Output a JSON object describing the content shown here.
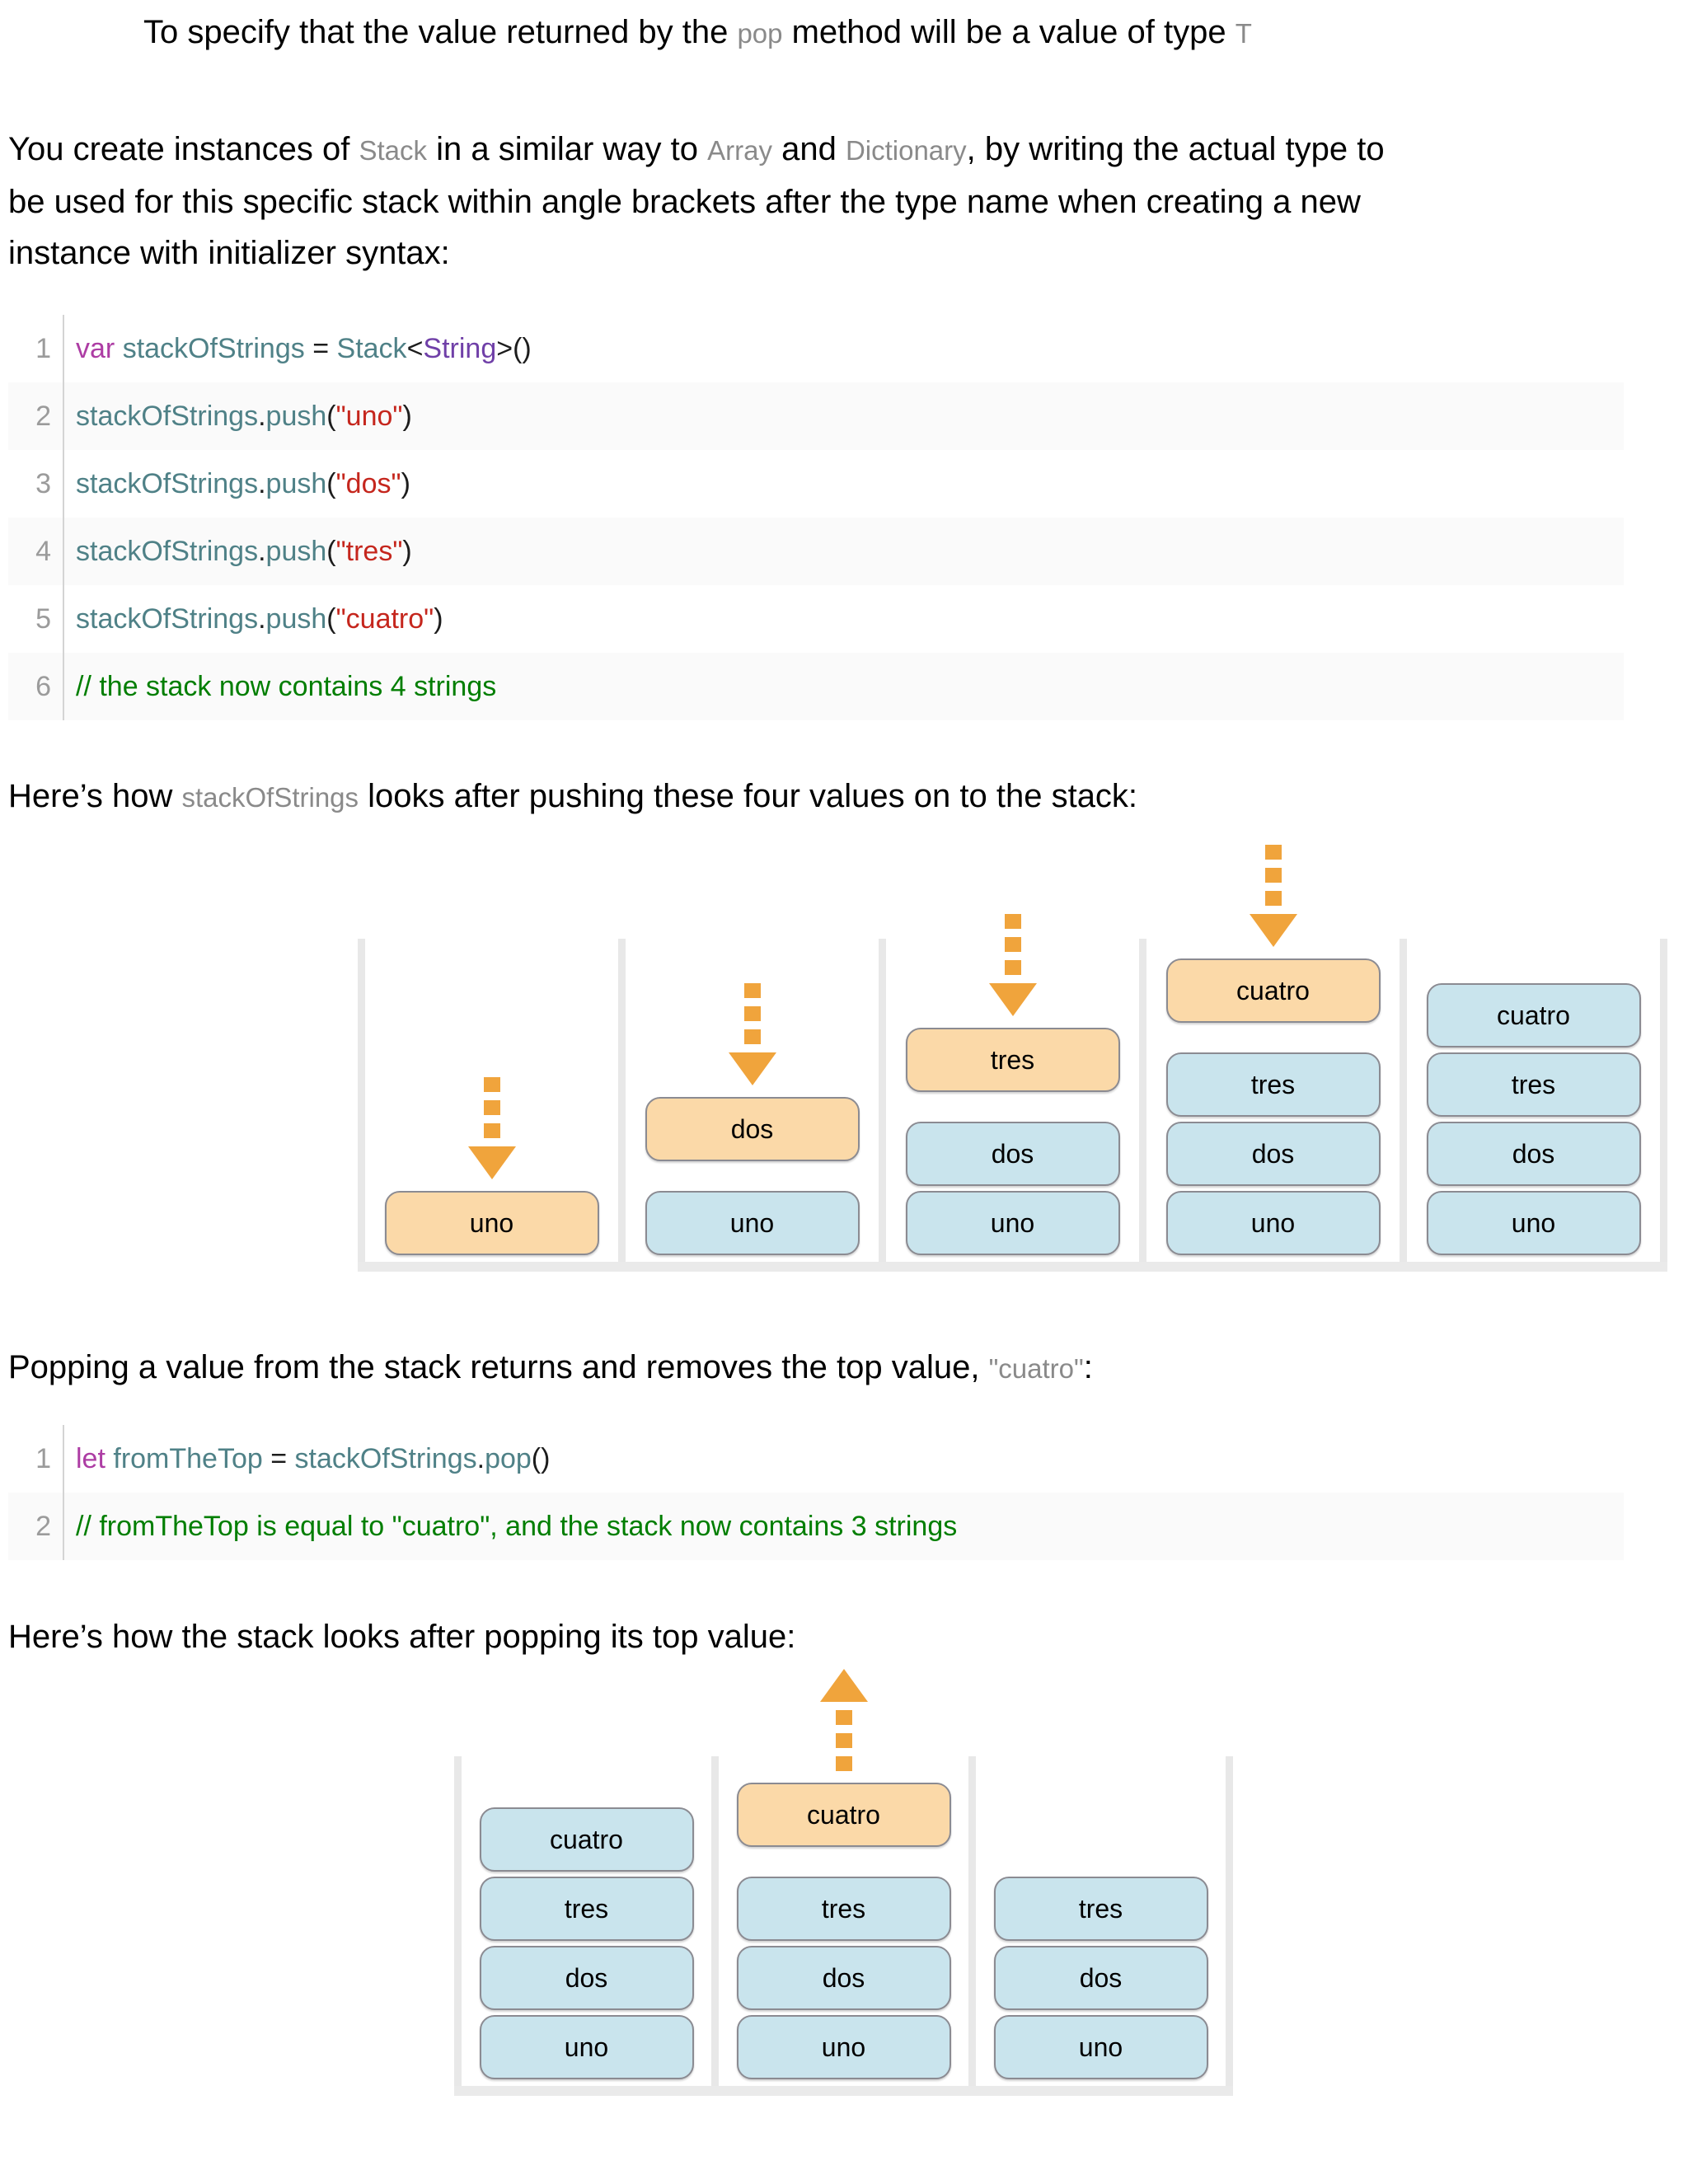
{
  "colors": {
    "box_new": "#FBD9A8",
    "box_stacked": "#C9E4ED",
    "arrow": "#F0A43C",
    "keyword": "#AD3DA4",
    "identifier": "#4F8187",
    "type": "#7040A8",
    "string": "#C5261D",
    "comment": "#007E00",
    "inline_code": "#8A8A8A"
  },
  "intro": {
    "segments": [
      {
        "t": "To specify that the value returned by the "
      },
      {
        "t": "pop",
        "c": "code"
      },
      {
        "t": " method will be a value of type "
      },
      {
        "t": "T",
        "c": "code"
      }
    ]
  },
  "para_create": {
    "segments": [
      {
        "t": "You create instances of "
      },
      {
        "t": "Stack",
        "c": "code"
      },
      {
        "t": " in a similar way to "
      },
      {
        "t": "Array",
        "c": "code"
      },
      {
        "t": " and "
      },
      {
        "t": "Dictionary",
        "c": "code"
      },
      {
        "t": ", by writing the actual type to\nbe used for this specific stack within angle brackets after the type name when creating a new\ninstance with initializer syntax:"
      }
    ]
  },
  "code_block_push": {
    "lines": [
      {
        "num": "1",
        "segments": [
          {
            "t": "var",
            "c": "kw"
          },
          {
            "t": " "
          },
          {
            "t": "stackOfStrings",
            "c": "id"
          },
          {
            "t": " = "
          },
          {
            "t": "Stack",
            "c": "id"
          },
          {
            "t": "<"
          },
          {
            "t": "String",
            "c": "type"
          },
          {
            "t": ">()"
          }
        ]
      },
      {
        "num": "2",
        "segments": [
          {
            "t": "stackOfStrings",
            "c": "id"
          },
          {
            "t": "."
          },
          {
            "t": "push",
            "c": "id"
          },
          {
            "t": "("
          },
          {
            "t": "\"uno\"",
            "c": "str"
          },
          {
            "t": ")"
          }
        ]
      },
      {
        "num": "3",
        "segments": [
          {
            "t": "stackOfStrings",
            "c": "id"
          },
          {
            "t": "."
          },
          {
            "t": "push",
            "c": "id"
          },
          {
            "t": "("
          },
          {
            "t": "\"dos\"",
            "c": "str"
          },
          {
            "t": ")"
          }
        ]
      },
      {
        "num": "4",
        "segments": [
          {
            "t": "stackOfStrings",
            "c": "id"
          },
          {
            "t": "."
          },
          {
            "t": "push",
            "c": "id"
          },
          {
            "t": "("
          },
          {
            "t": "\"tres\"",
            "c": "str"
          },
          {
            "t": ")"
          }
        ]
      },
      {
        "num": "5",
        "segments": [
          {
            "t": "stackOfStrings",
            "c": "id"
          },
          {
            "t": "."
          },
          {
            "t": "push",
            "c": "id"
          },
          {
            "t": "("
          },
          {
            "t": "\"cuatro\"",
            "c": "str"
          },
          {
            "t": ")"
          }
        ]
      },
      {
        "num": "6",
        "segments": [
          {
            "t": "// the stack now contains 4 strings",
            "c": "cmt"
          }
        ]
      }
    ]
  },
  "para_push": {
    "segments": [
      {
        "t": "Here’s how "
      },
      {
        "t": "stackOfStrings",
        "c": "code"
      },
      {
        "t": " looks after pushing these four values on to the stack:"
      }
    ]
  },
  "diagram_push": {
    "columns": [
      {
        "arrow": "down",
        "incoming": "uno",
        "stack": []
      },
      {
        "arrow": "down",
        "incoming": "dos",
        "stack": [
          "uno"
        ]
      },
      {
        "arrow": "down",
        "incoming": "tres",
        "stack": [
          "dos",
          "uno"
        ]
      },
      {
        "arrow": "down",
        "incoming": "cuatro",
        "stack": [
          "tres",
          "dos",
          "uno"
        ]
      },
      {
        "arrow": null,
        "incoming": null,
        "stack": [
          "cuatro",
          "tres",
          "dos",
          "uno"
        ]
      }
    ]
  },
  "para_pop": {
    "segments": [
      {
        "t": "Popping a value from the stack returns and removes the top value, "
      },
      {
        "t": "\"cuatro\"",
        "c": "code"
      },
      {
        "t": ":"
      }
    ]
  },
  "code_block_pop": {
    "lines": [
      {
        "num": "1",
        "segments": [
          {
            "t": "let",
            "c": "kw"
          },
          {
            "t": " "
          },
          {
            "t": "fromTheTop",
            "c": "id"
          },
          {
            "t": " = "
          },
          {
            "t": "stackOfStrings",
            "c": "id"
          },
          {
            "t": "."
          },
          {
            "t": "pop",
            "c": "id"
          },
          {
            "t": "()"
          }
        ]
      },
      {
        "num": "2",
        "segments": [
          {
            "t": "// fromTheTop is equal to \"cuatro\", and the stack now contains 3 strings",
            "c": "cmt"
          }
        ]
      }
    ]
  },
  "para_after_pop": {
    "segments": [
      {
        "t": "Here’s how the stack looks after popping its top value:"
      }
    ]
  },
  "diagram_pop": {
    "columns": [
      {
        "arrow": null,
        "incoming": null,
        "stack": [
          "cuatro",
          "tres",
          "dos",
          "uno"
        ]
      },
      {
        "arrow": "up",
        "incoming": "cuatro",
        "stack": [
          "tres",
          "dos",
          "uno"
        ]
      },
      {
        "arrow": null,
        "incoming": null,
        "stack": [
          "tres",
          "dos",
          "uno"
        ]
      }
    ]
  }
}
